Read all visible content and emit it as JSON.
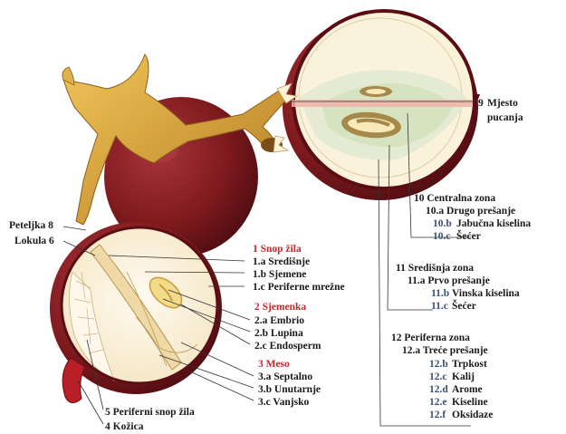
{
  "colors": {
    "skin": "#7e1a1e",
    "skin_dark": "#4c0c10",
    "flesh": "#fbf2dc",
    "stem": "#d9a43a",
    "red_heading": "#c8262c",
    "blue_label": "#3a4f7a",
    "zone_green": "#dfe9cf"
  },
  "labels": {
    "l9_num": "9",
    "l9_a": "Mjesto",
    "l9_b": "pucanja",
    "l10": "10 Centralna zona",
    "l10a": "10.a Drugo prešanje",
    "l10b_num": "10.b",
    "l10b_txt": "Jabučna kiselina",
    "l10c_num": "10.c",
    "l10c_txt": "Šećer",
    "l11": "11 Središnja zona",
    "l11a": "11.a Prvo prešanje",
    "l11b_num": "11.b",
    "l11b_txt": "Vinska kiselina",
    "l11c_num": "11.c",
    "l11c_txt": "Šećer",
    "l12": "12 Periferna zona",
    "l12a": "12.a Treće prešanje",
    "l12b_num": "12.b",
    "l12b_txt": "Trpkost",
    "l12c_num": "12.c",
    "l12c_txt": "Kalij",
    "l12d_num": "12.d",
    "l12d_txt": "Arome",
    "l12e_num": "12.e",
    "l12e_txt": "Kiseline",
    "l12f_num": "12.f",
    "l12f_txt": "Oksidaze",
    "l8": "Peteljka 8",
    "l6": "Lokula 6",
    "h1": "1 Snop žila",
    "l1a": "1.a Središnje",
    "l1b": "1.b Sjemene",
    "l1c": "1.c Periferne mrežne",
    "h2": "2 Sjemenka",
    "l2a": "2.a Embrio",
    "l2b": "2.b Lupina",
    "l2c": "2.c Endosperm",
    "h3": "3 Meso",
    "l3a": "3.a Septalno",
    "l3b": "3.b Unutarnje",
    "l3c": "3.c Vanjsko",
    "l5": "5 Periferni snop žila",
    "l4": "4 Kožica"
  }
}
